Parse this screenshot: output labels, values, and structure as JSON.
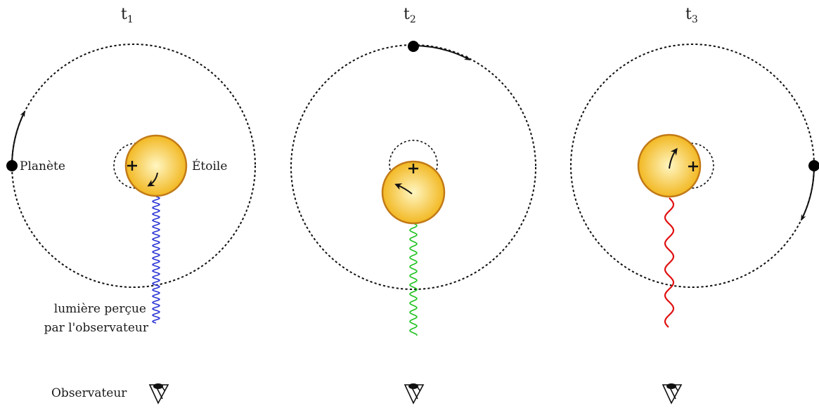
{
  "labels": {
    "planet": "Planète",
    "star": "Étoile",
    "light_line1": "lumière perçue",
    "light_line2": "par l'observateur",
    "observer": "Observateur"
  },
  "panels": [
    {
      "time_base": "t",
      "time_sub": "1",
      "light_color": "#2b35d6"
    },
    {
      "time_base": "t",
      "time_sub": "2",
      "light_color": "#1fc21f"
    },
    {
      "time_base": "t",
      "time_sub": "3",
      "light_color": "#e01010"
    }
  ],
  "colors": {
    "star_center": "#fff6c2",
    "star_edge": "#f2b822",
    "star_outline": "#c27a17",
    "planet": "#000000"
  },
  "icons": {
    "observer": "eye-icon",
    "planet": "planet-dot",
    "star_spin": "spin-arrow-icon"
  }
}
